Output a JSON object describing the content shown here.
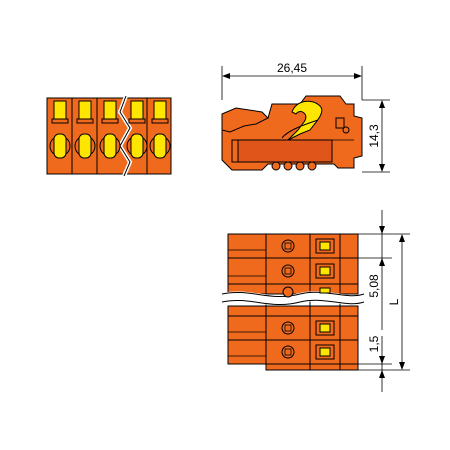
{
  "dimensions": {
    "width": "26,45",
    "height": "14,3",
    "pitch": "5,08",
    "offset": "1,5",
    "length": "L"
  },
  "colors": {
    "housing": "#f06a1e",
    "housing_dark": "#e0551a",
    "clamp": "#ffe600",
    "outline": "#000000"
  }
}
